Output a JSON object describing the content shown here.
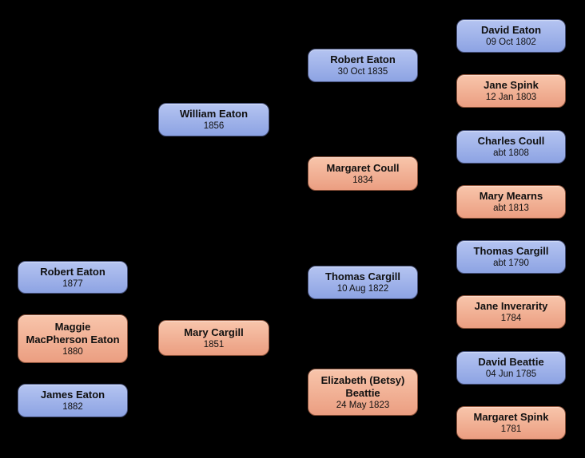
{
  "colors": {
    "background": "#000000",
    "male_box_top": "#b5c4f1",
    "male_box_bottom": "#8da3e3",
    "male_border": "#45507a",
    "female_box_top": "#f8c5ab",
    "female_box_bottom": "#eb9e81",
    "female_border": "#8a5038",
    "text": "#101010"
  },
  "tree": {
    "children": [
      {
        "name": "Robert Eaton",
        "date": "1877",
        "sex": "male"
      },
      {
        "name": "Maggie\nMacPherson Eaton",
        "date": "1880",
        "sex": "female"
      },
      {
        "name": "James Eaton",
        "date": "1882",
        "sex": "male"
      }
    ],
    "parents": [
      {
        "name": "William Eaton",
        "date": "1856",
        "sex": "male"
      },
      {
        "name": "Mary Cargill",
        "date": "1851",
        "sex": "female"
      }
    ],
    "grandparents": [
      {
        "name": "Robert Eaton",
        "date": "30 Oct 1835",
        "sex": "male"
      },
      {
        "name": "Margaret Coull",
        "date": "1834",
        "sex": "female"
      },
      {
        "name": "Thomas Cargill",
        "date": "10 Aug 1822",
        "sex": "male"
      },
      {
        "name": "Elizabeth (Betsy)\nBeattie",
        "date": "24 May 1823",
        "sex": "female"
      }
    ],
    "great_grandparents": [
      {
        "name": "David Eaton",
        "date": "09 Oct 1802",
        "sex": "male"
      },
      {
        "name": "Jane Spink",
        "date": "12 Jan 1803",
        "sex": "female"
      },
      {
        "name": "Charles Coull",
        "date": "abt 1808",
        "sex": "male"
      },
      {
        "name": "Mary Mearns",
        "date": "abt 1813",
        "sex": "female"
      },
      {
        "name": "Thomas Cargill",
        "date": "abt 1790",
        "sex": "male"
      },
      {
        "name": "Jane Inverarity",
        "date": "1784",
        "sex": "female"
      },
      {
        "name": "David Beattie",
        "date": "04 Jun 1785",
        "sex": "male"
      },
      {
        "name": "Margaret Spink",
        "date": "1781",
        "sex": "female"
      }
    ]
  }
}
